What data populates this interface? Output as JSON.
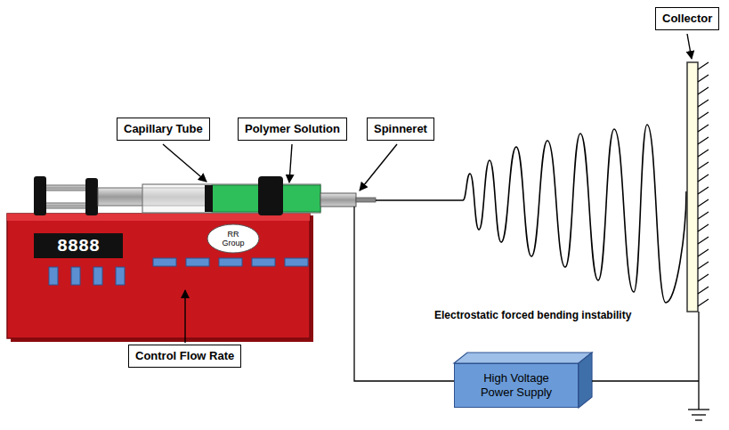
{
  "diagram": {
    "nodes": [
      {
        "text": [
          "Collector"
        ]
      },
      {
        "text": [
          "Capillary Tube"
        ]
      },
      {
        "text": [
          "Polymer Solution"
        ]
      },
      {
        "text": [
          "Spinneret"
        ]
      },
      {
        "text": [
          "8888"
        ]
      },
      {
        "text": [
          "RR Group"
        ]
      },
      {
        "text": [
          "Control Flow Rate"
        ]
      },
      {
        "text": [
          "High Voltage Power Supply"
        ]
      }
    ],
    "labels": [
      "Electrostatic forced bending instability"
    ]
  }
}
